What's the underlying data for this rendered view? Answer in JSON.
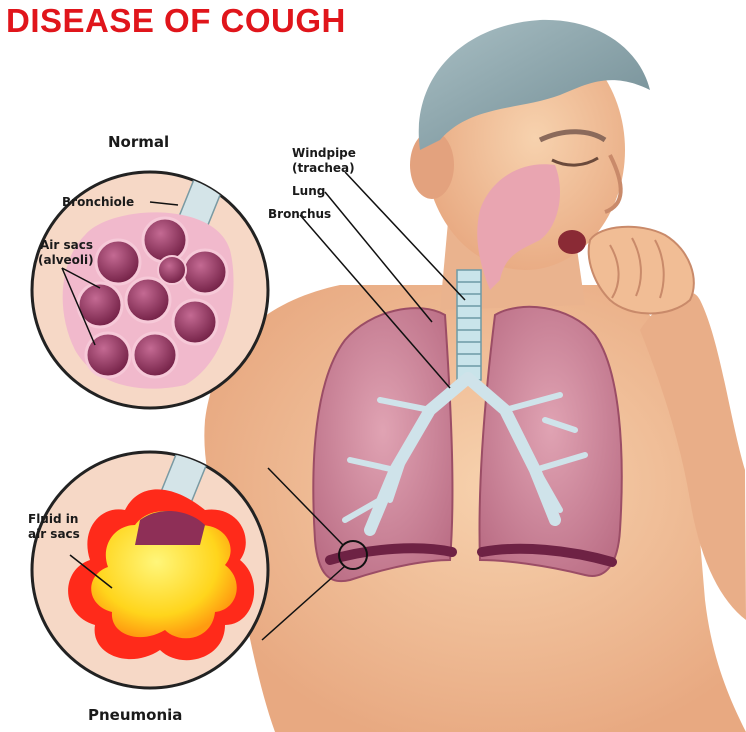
{
  "title": "DISEASE OF COUGH",
  "colors": {
    "title": "#e0151b",
    "skin": "#f3c7a0",
    "lung": "#c97a92",
    "alveoli": "#8e2f57",
    "fluid": "#ffe327",
    "hair": "#8ea6ad"
  },
  "insets": {
    "normal": {
      "heading": "Normal",
      "labels": [
        "Bronchiole",
        "Air sacs",
        "(alveoli)"
      ]
    },
    "pneumonia": {
      "heading": "Pneumonia",
      "labels": [
        "Fluid in",
        "air sacs"
      ]
    }
  },
  "body_labels": {
    "windpipe": "Windpipe",
    "trachea": "(trachea)",
    "lung": "Lung",
    "bronchus": "Bronchus"
  }
}
